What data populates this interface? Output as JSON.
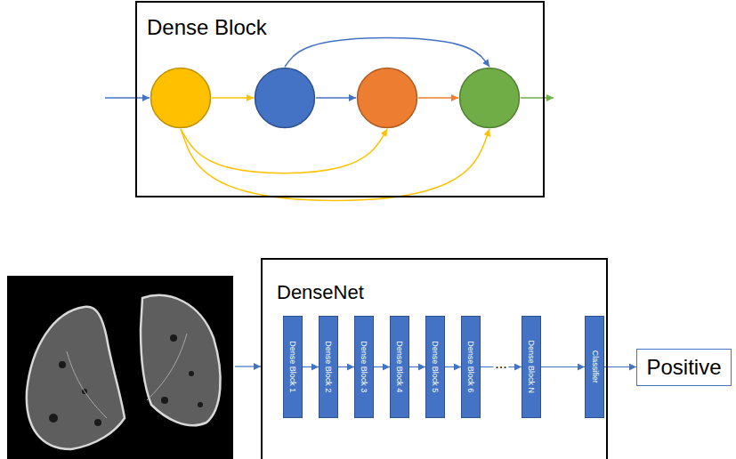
{
  "diagram": {
    "nodes": [
      {
        "text": [
          "Dense Block"
        ]
      },
      {
        "text": [],
        "in": 0
      },
      {
        "text": [],
        "in": 0
      },
      {
        "text": [],
        "in": 0
      },
      {
        "text": [],
        "in": 0
      },
      {
        "text": [
          "DenseNet"
        ]
      },
      {
        "text": [
          "Dense Block 1"
        ],
        "in": 5
      },
      {
        "text": [
          "Dense Block 2"
        ],
        "in": 5
      },
      {
        "text": [
          "Dense Block 3"
        ],
        "in": 5
      },
      {
        "text": [
          "Dense Block 4"
        ],
        "in": 5
      },
      {
        "text": [
          "Dense Block 5"
        ],
        "in": 5
      },
      {
        "text": [
          "Dense Block 6"
        ],
        "in": 5
      },
      {
        "text": [
          "Dense Block N"
        ],
        "in": 5
      },
      {
        "text": [
          "Classifier"
        ],
        "in": 5
      },
      {
        "text": [
          "Positive"
        ]
      }
    ],
    "edges": [
      {
        "from": 1,
        "to": 2,
        "arrow": "to"
      },
      {
        "from": 2,
        "to": 3,
        "arrow": "to"
      },
      {
        "from": 3,
        "to": 4,
        "arrow": "to"
      },
      {
        "from": 2,
        "to": 4,
        "arrow": "to"
      },
      {
        "from": 1,
        "to": 3,
        "arrow": "to"
      },
      {
        "from": 1,
        "to": 4,
        "arrow": "to"
      },
      {
        "from": 6,
        "to": 7,
        "arrow": "to"
      },
      {
        "from": 7,
        "to": 8,
        "arrow": "to"
      },
      {
        "from": 8,
        "to": 9,
        "arrow": "to"
      },
      {
        "from": 9,
        "to": 10,
        "arrow": "to"
      },
      {
        "from": 10,
        "to": 11,
        "arrow": "to"
      },
      {
        "from": 11,
        "to": 12,
        "arrow": "to",
        "label": "..."
      },
      {
        "from": 12,
        "to": 13,
        "arrow": "to"
      },
      {
        "from": 13,
        "to": 14,
        "arrow": "to"
      }
    ]
  }
}
